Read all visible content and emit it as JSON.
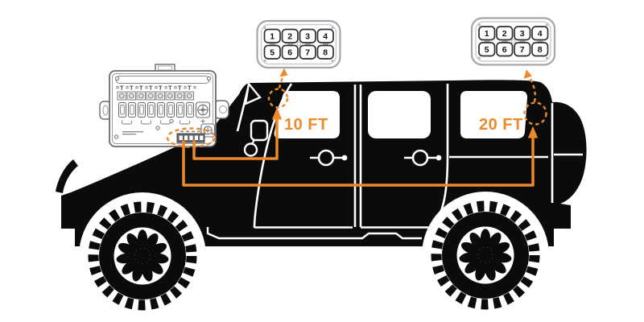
{
  "wiring": {
    "front_run_label": "10 FT",
    "rear_run_label": "20 FT",
    "wire_color": "#EC8A2B"
  },
  "switch_panel_front": {
    "buttons": [
      "1",
      "2",
      "3",
      "4",
      "5",
      "6",
      "7",
      "8"
    ]
  },
  "switch_panel_rear": {
    "buttons": [
      "1",
      "2",
      "3",
      "4",
      "5",
      "6",
      "7",
      "8"
    ]
  },
  "module": {
    "terminal_label": "T",
    "terminal_count": 8,
    "fuse_count": 8
  },
  "colors": {
    "vehicle": "#0B0B0B",
    "panel_outline": "#A3A7AC",
    "module_outline": "#6B6B6B"
  }
}
